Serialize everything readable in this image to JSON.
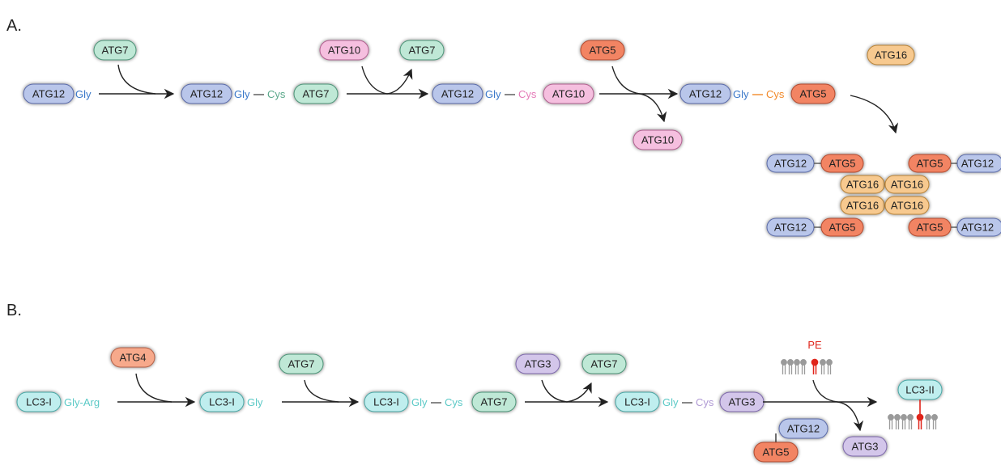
{
  "panels": [
    {
      "label": "A."
    },
    {
      "label": "B."
    }
  ],
  "colors": {
    "atg12": "#b9c6ea",
    "atg7": "#bfe8d6",
    "atg10": "#f5bfdf",
    "atg5": "#f28463",
    "atg16": "#f7c98f",
    "lc3": "#bfeeee",
    "atg4": "#f7a98b",
    "atg3": "#d3c6ea",
    "gly_a": "#3a78c9",
    "cys_atg7": "#5aa88a",
    "cys_atg10": "#e57ab8",
    "cys_atg5": "#f28a2a",
    "lc3_link": "#5bc9c6",
    "cys_b": "#5bc9c6",
    "cys_atg3": "#b09ad4",
    "pe": "#e0251b"
  },
  "labels": {
    "atg12": "ATG12",
    "atg7": "ATG7",
    "atg10": "ATG10",
    "atg5": "ATG5",
    "atg16": "ATG16",
    "lc3i": "LC3-I",
    "lc3ii": "LC3-II",
    "atg4": "ATG4",
    "atg3": "ATG3",
    "gly": "Gly",
    "cys": "Cys",
    "gly_arg": "Gly-Arg",
    "pe": "PE"
  }
}
